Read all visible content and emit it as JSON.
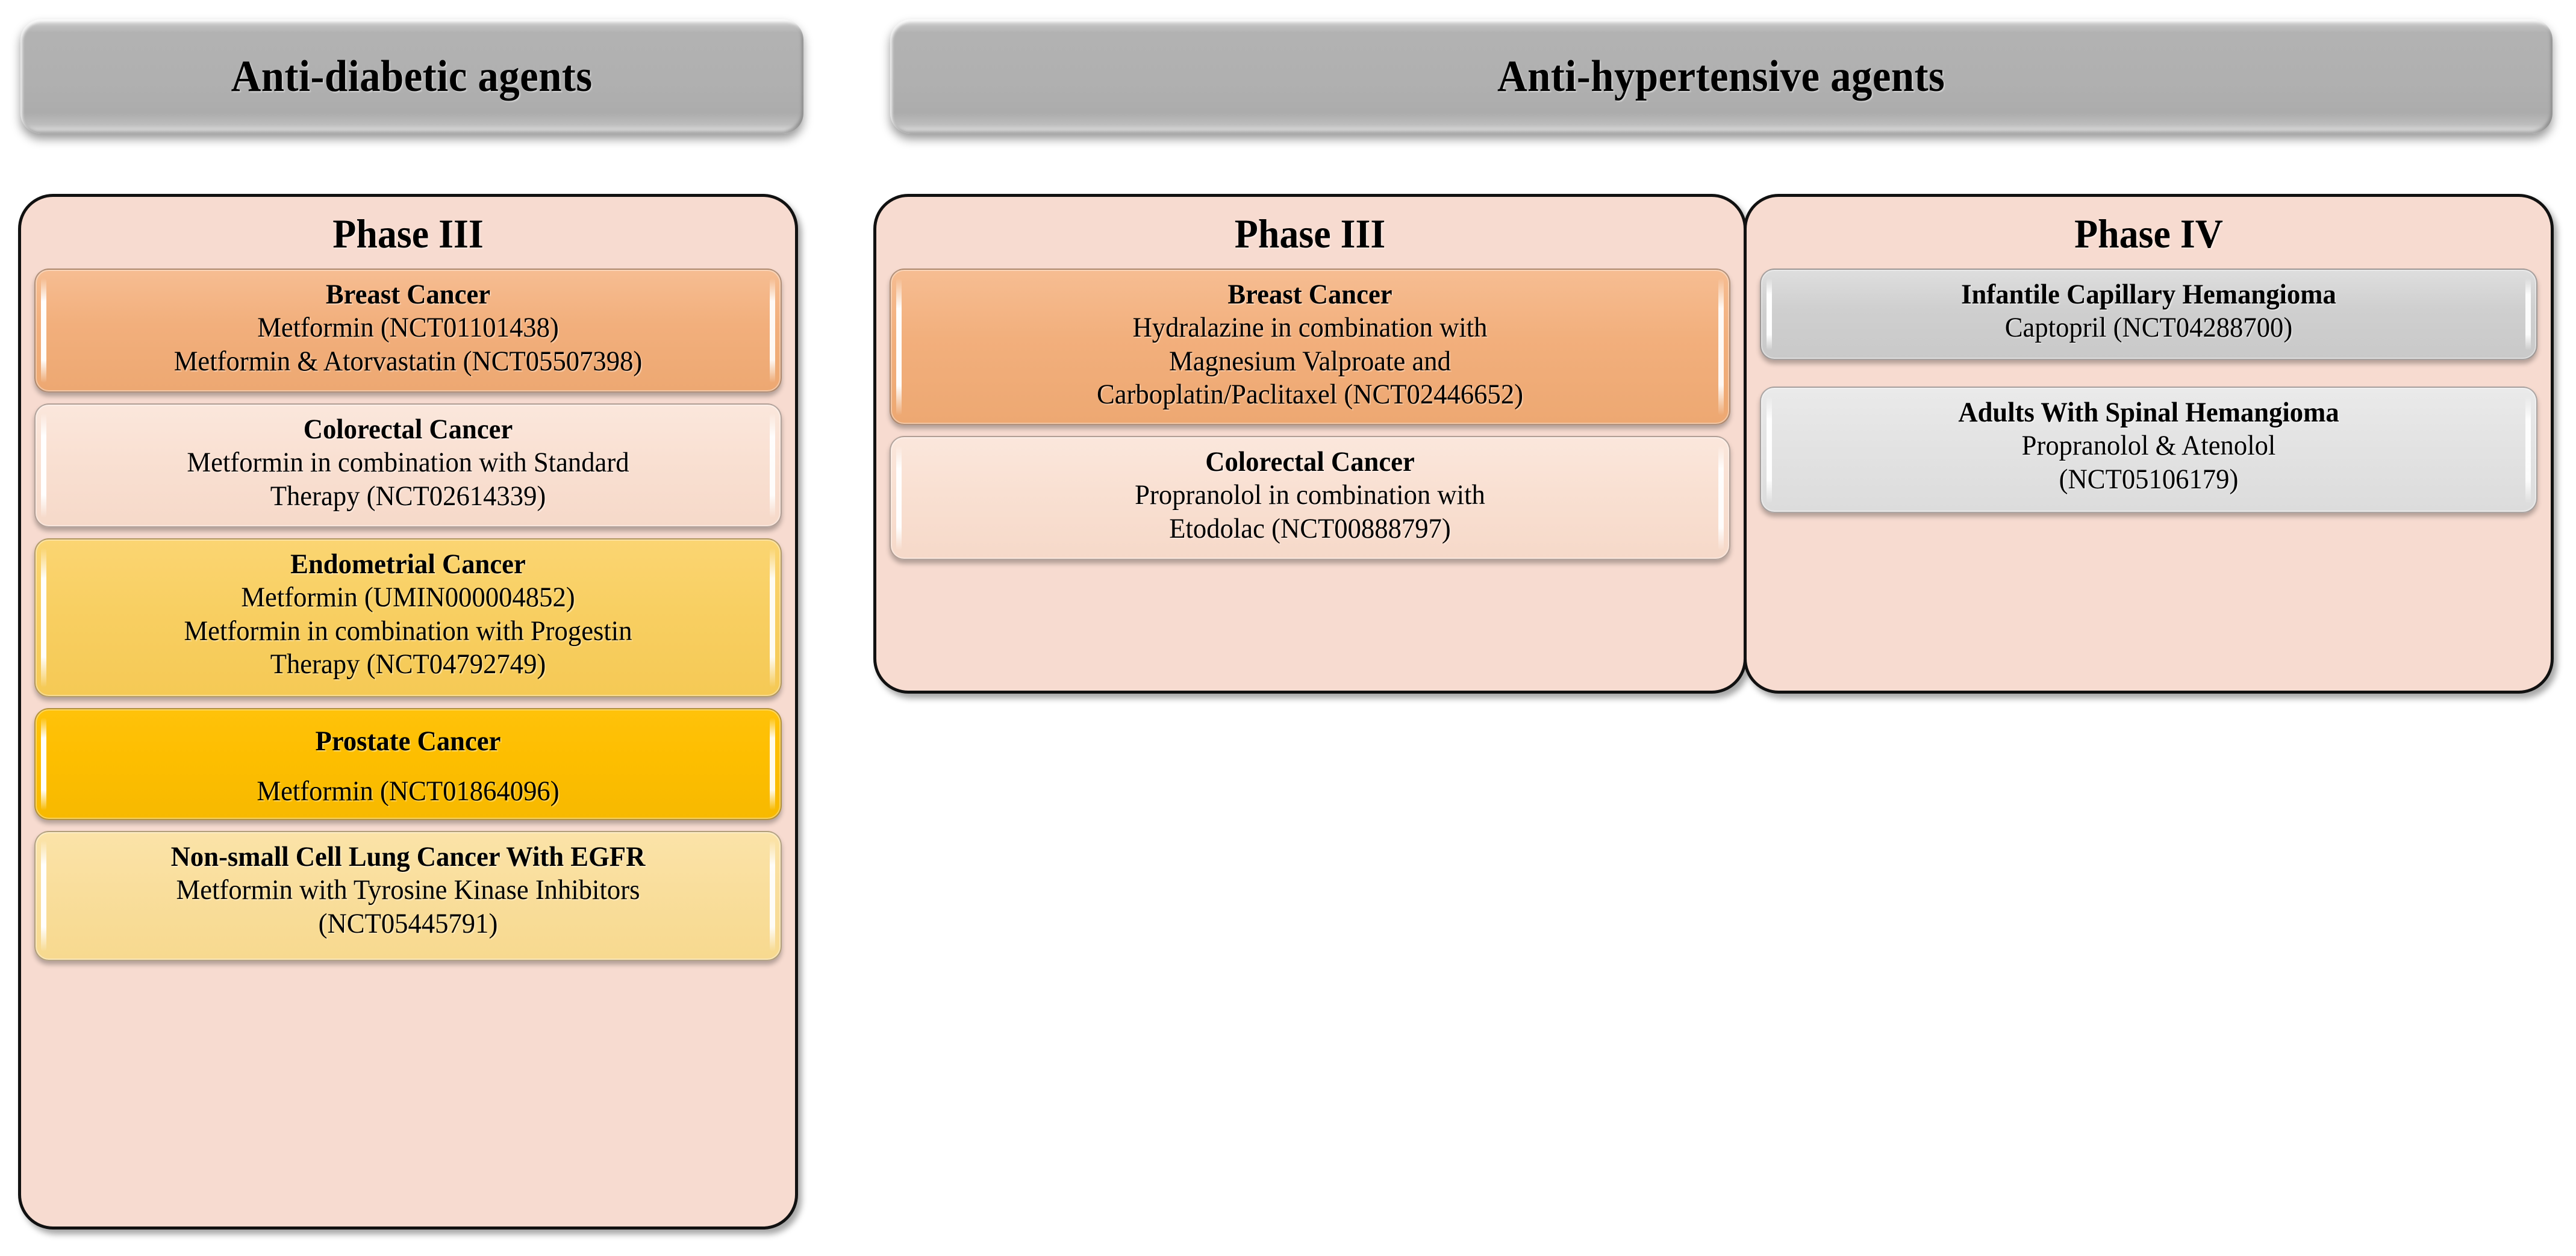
{
  "headers": [
    {
      "id": "antidiabetic",
      "label": "Anti-diabetic agents"
    },
    {
      "id": "antihypertensive",
      "label": "Anti-hypertensive agents"
    }
  ],
  "panels": [
    {
      "id": "ad-phase3",
      "group": "Anti-diabetic agents",
      "title": "Phase III",
      "fill": "#F7DBD0",
      "cards": [
        {
          "title": "Breast Cancer",
          "lines": [
            "Metformin (NCT01101438)",
            "Metformin & Atorvastatin (NCT05507398)"
          ],
          "color": "#F2AF7C",
          "color_name": "orange"
        },
        {
          "title": "Colorectal Cancer",
          "lines": [
            "Metformin in combination with Standard",
            "Therapy (NCT02614339)"
          ],
          "color": "#F9E0D2",
          "color_name": "peach"
        },
        {
          "title": "Endometrial Cancer",
          "lines": [
            "Metformin (UMIN000004852)",
            "Metformin in combination with Progestin",
            "Therapy (NCT04792749)"
          ],
          "color": "#F8CF62",
          "color_name": "gold"
        },
        {
          "title": "Prostate Cancer",
          "lines": [
            "Metformin (NCT01864096)"
          ],
          "color": "#FDBE00",
          "color_name": "amber"
        },
        {
          "title": "Non-small Cell Lung Cancer With EGFR",
          "lines": [
            "Metformin with Tyrosine Kinase Inhibitors",
            "(NCT05445791)"
          ],
          "color": "#F9DE9C",
          "color_name": "lightgold"
        }
      ]
    },
    {
      "id": "ah-phase3",
      "group": "Anti-hypertensive agents",
      "title": "Phase III",
      "fill": "#F7DBD0",
      "cards": [
        {
          "title": "Breast Cancer",
          "lines": [
            "Hydralazine in combination with",
            "Magnesium Valproate and",
            "Carboplatin/Paclitaxel (NCT02446652)"
          ],
          "color": "#F2AF7C",
          "color_name": "orange"
        },
        {
          "title": "Colorectal Cancer",
          "lines": [
            "Propranolol in combination with",
            "Etodolac (NCT00888797)"
          ],
          "color": "#F9E0D2",
          "color_name": "peach"
        }
      ]
    },
    {
      "id": "ah-phase4",
      "group": "Anti-hypertensive agents",
      "title": "Phase IV",
      "fill": "#F7DBD0",
      "cards": [
        {
          "title": "Infantile Capillary Hemangioma",
          "lines": [
            "Captopril (NCT04288700)"
          ],
          "color": "#CFCFCF",
          "color_name": "gray"
        },
        {
          "title": "Adults With Spinal Hemangioma",
          "lines": [
            "Propranolol & Atenolol",
            "(NCT05106179)"
          ],
          "color": "#E3E3E3",
          "color_name": "lightgray"
        }
      ]
    }
  ]
}
